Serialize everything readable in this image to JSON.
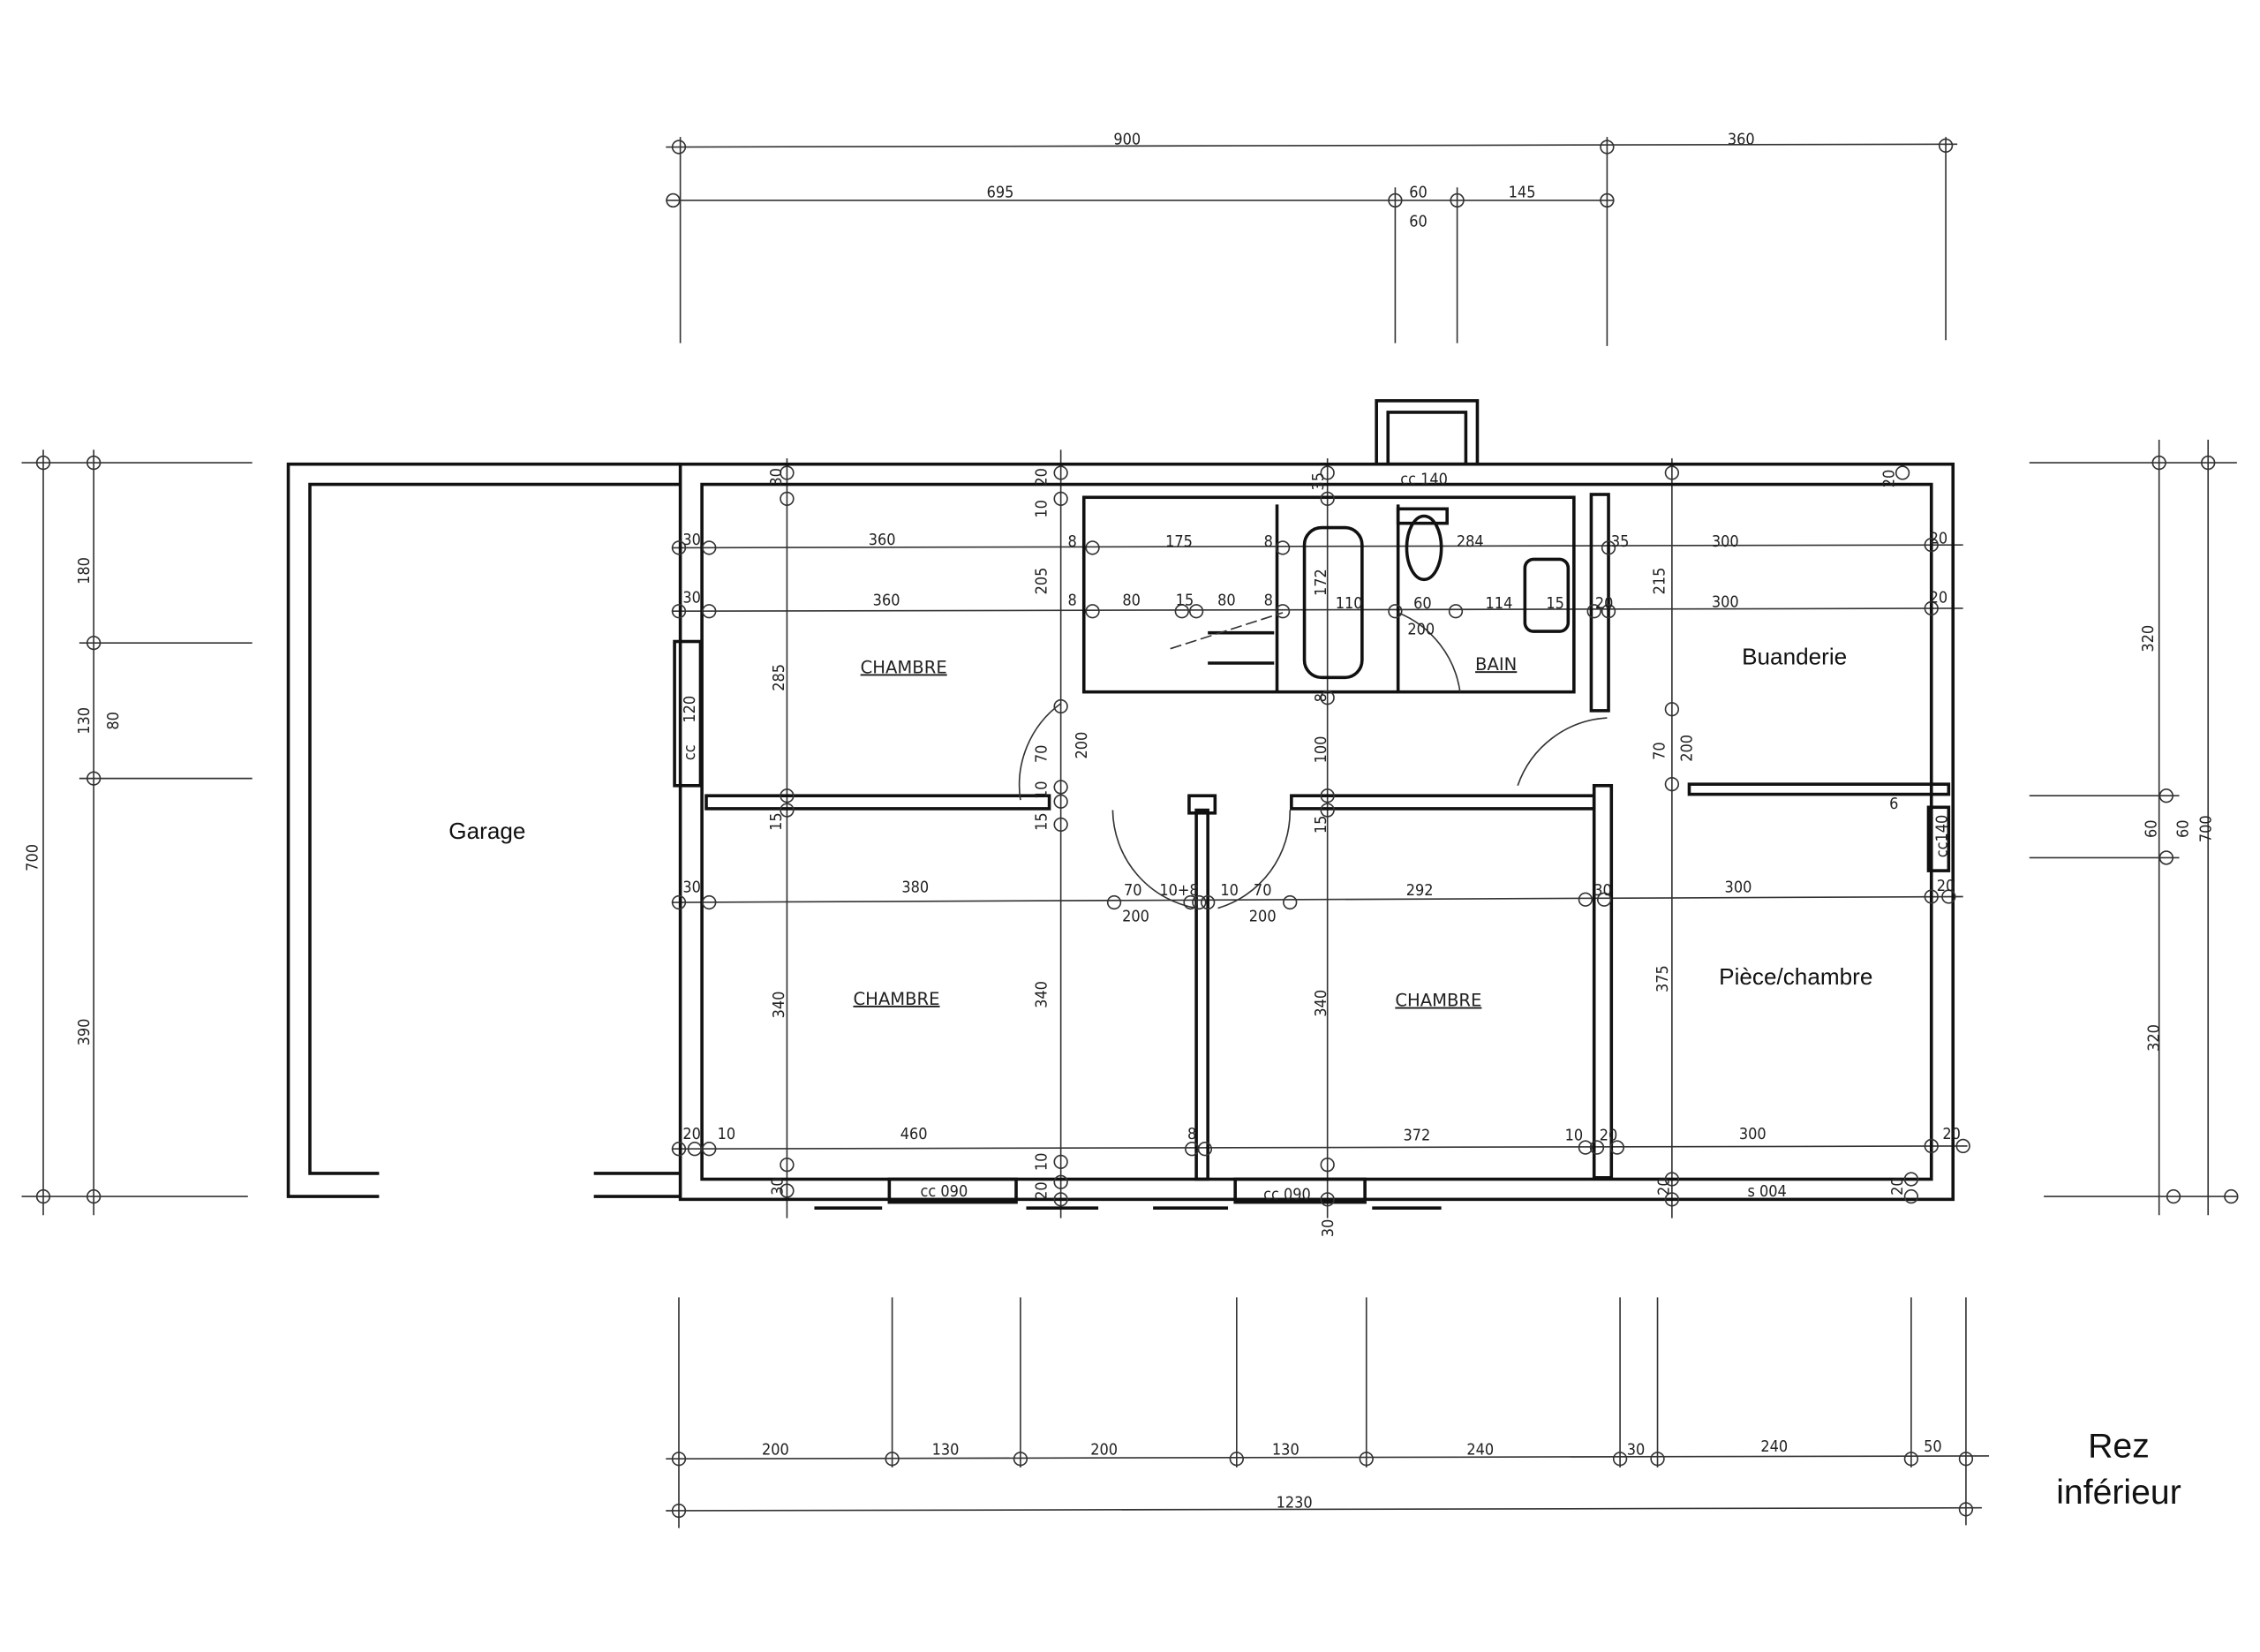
{
  "title": {
    "line1": "Rez",
    "line2": "inférieur"
  },
  "rooms": {
    "garage": "Garage",
    "buanderie": "Buanderie",
    "piece_chambre": "Pièce/chambre",
    "chambre_top_left": "CHAMBRE",
    "chambre_bottom_left": "CHAMBRE",
    "chambre_bottom_right": "CHAMBRE",
    "bain": "BAIN"
  },
  "dimensions": {
    "top": [
      "900",
      "360",
      "695",
      "60",
      "60",
      "145"
    ],
    "left": [
      "180",
      "130",
      "80",
      "700",
      "390"
    ],
    "right": [
      "320",
      "60",
      "60",
      "700",
      "320"
    ],
    "bottom": [
      "200",
      "130",
      "200",
      "130",
      "240",
      "30",
      "240",
      "50",
      "1230"
    ],
    "interior": [
      "30",
      "20",
      "10",
      "35",
      "cc 140",
      "20",
      "30",
      "360",
      "8",
      "175",
      "8",
      "284",
      "35",
      "300",
      "20",
      "30",
      "360",
      "8",
      "80",
      "15",
      "80",
      "8",
      "110",
      "60",
      "114",
      "15",
      "20",
      "300",
      "20",
      "205",
      "172",
      "215",
      "200",
      "285",
      "120",
      "cc",
      "70",
      "200",
      "100",
      "8",
      "70",
      "200",
      "10",
      "15",
      "15",
      "15",
      "6",
      "cc140",
      "30",
      "380",
      "70",
      "200",
      "10+8",
      "10",
      "70",
      "200",
      "292",
      "30",
      "300",
      "20",
      "340",
      "340",
      "340",
      "375",
      "20",
      "10",
      "460",
      "8",
      "372",
      "10",
      "20",
      "300",
      "20",
      "30",
      "cc 090",
      "10",
      "20",
      "cc 090",
      "30",
      "20",
      "s 004",
      "20"
    ]
  },
  "colors": {
    "ink": "#111111",
    "background": "#ffffff"
  }
}
